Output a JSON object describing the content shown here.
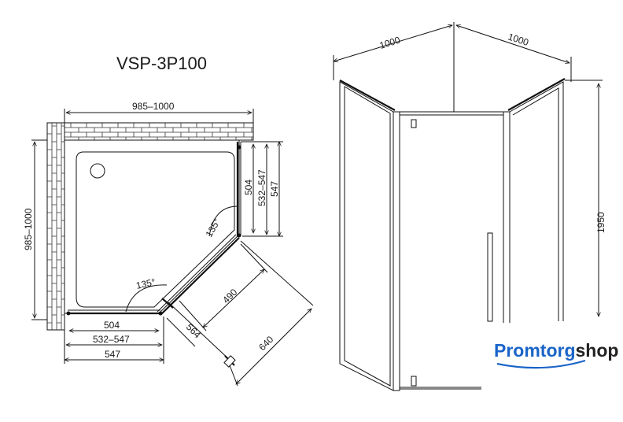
{
  "model": "VSP-3P100",
  "plan": {
    "width_range": "985–1000",
    "depth_range": "985–1000",
    "dim_504_right": "504",
    "dim_532_547_right": "532–547",
    "dim_547_right": "547",
    "angle_right": "135°",
    "angle_bottom": "135°",
    "dim_490": "490",
    "dim_564": "564",
    "dim_640": "640",
    "dim_504_bottom": "504",
    "dim_532_547_bottom": "532–547",
    "dim_547_bottom": "547"
  },
  "front": {
    "width_left": "1000",
    "width_right": "1000",
    "height": "1950"
  },
  "logo": {
    "part1": "Promtorg",
    "part2": "shop"
  },
  "colors": {
    "line": "#111111",
    "logo_blue": "#1a64c8",
    "logo_dark": "#222222"
  }
}
